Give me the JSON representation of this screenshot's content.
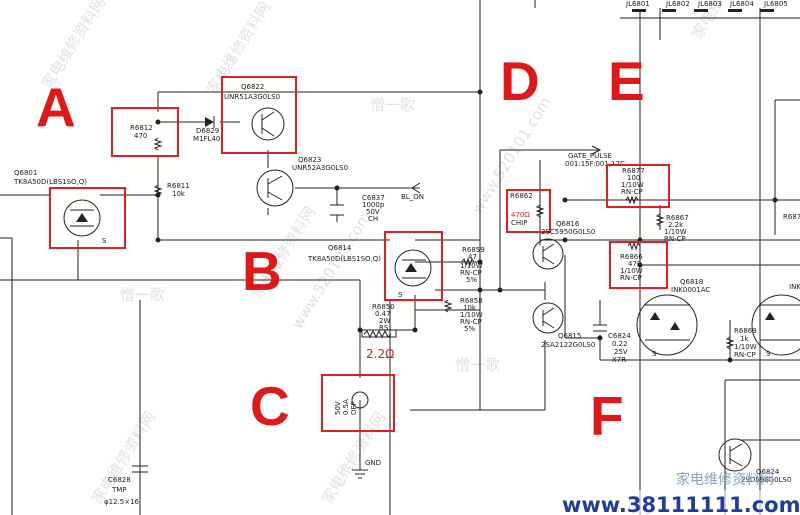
{
  "jumpers": [
    "JL6801",
    "JL6802",
    "JL6803",
    "JL6804",
    "JL6805"
  ],
  "markers": [
    "A",
    "B",
    "C",
    "D",
    "E",
    "F"
  ],
  "parts": {
    "q6801": {
      "ref": "Q6801",
      "part": "TK8A50D(LBS1SO,Q)",
      "pin": "S"
    },
    "r6812": {
      "ref": "R6812",
      "value": "470"
    },
    "d6829": {
      "ref": "D6829",
      "part": "M1FL40"
    },
    "q6822": {
      "ref": "Q6822",
      "part": "UNR51A3G0LS0"
    },
    "q6823": {
      "ref": "Q6823",
      "part": "UNR52A3G0LS0"
    },
    "r6811": {
      "ref": "R6811",
      "value": "10k"
    },
    "c6837": {
      "ref": "C6837",
      "value": "1000p",
      "voltage": "50V",
      "type": "CH"
    },
    "bl_on": "BL_ON",
    "gate_pulse": {
      "name": "GATE_PULSE",
      "code": "001:15F:001;17C"
    },
    "q6814": {
      "ref": "Q6814",
      "part": "TK8A50D(LBS1SO,Q)",
      "pin": "S"
    },
    "r6859": {
      "ref": "R6859",
      "value": "47",
      "power": "1/10W",
      "type": "RN-CP",
      "tol": "5%"
    },
    "r6858": {
      "ref": "R6858",
      "value": "10k",
      "power": "1/10W",
      "type": "RN-CP",
      "tol": "5%"
    },
    "r6850": {
      "ref": "R6850",
      "value": "0.47",
      "power": "2W",
      "type": "RS"
    },
    "r6850_note": "2.2Ω",
    "r6862": {
      "ref": "R6862",
      "value": "470Ω",
      "type": "CHIP"
    },
    "q6816": {
      "ref": "Q6816",
      "part": "2SC5950G0LS0"
    },
    "q6815": {
      "ref": "Q6815",
      "part": "2SA2122G0LS0"
    },
    "r6877": {
      "ref": "R6877",
      "value": "100",
      "power": "1/10W",
      "type": "RN-CP"
    },
    "r6867": {
      "ref": "R6867",
      "value": "2.2k",
      "power": "1/10W",
      "type": "RN-CP"
    },
    "r6866": {
      "ref": "R6866",
      "value": "470",
      "power": "1/10W",
      "type": "RN-CP"
    },
    "q6818": {
      "ref": "Q6818",
      "part": "INK0001AC",
      "pin": "S"
    },
    "r6869": {
      "ref": "R6869",
      "value": "1k",
      "power": "1/10W",
      "type": "RN-CP"
    },
    "c6824": {
      "ref": "C6824",
      "value": "0.22",
      "voltage": "25V",
      "type": "X7R"
    },
    "f_fuse": {
      "voltage": "50V",
      "current": "0.5A",
      "note": "OFF"
    },
    "gnd": "GND",
    "c6828": {
      "ref": "C6828",
      "note": "TMP",
      "size": "φ12.5×16"
    },
    "q6824": {
      "ref": "Q6824",
      "part": "2SD596G0LS0"
    },
    "r687x": "R687",
    "ink_right": "INK"
  },
  "watermarks": {
    "site": "www.520101.com",
    "cn": "家电维修资料网",
    "author": "憎一歌",
    "url": "www.38111111.com",
    "cn_right": "家电维修资料网"
  }
}
